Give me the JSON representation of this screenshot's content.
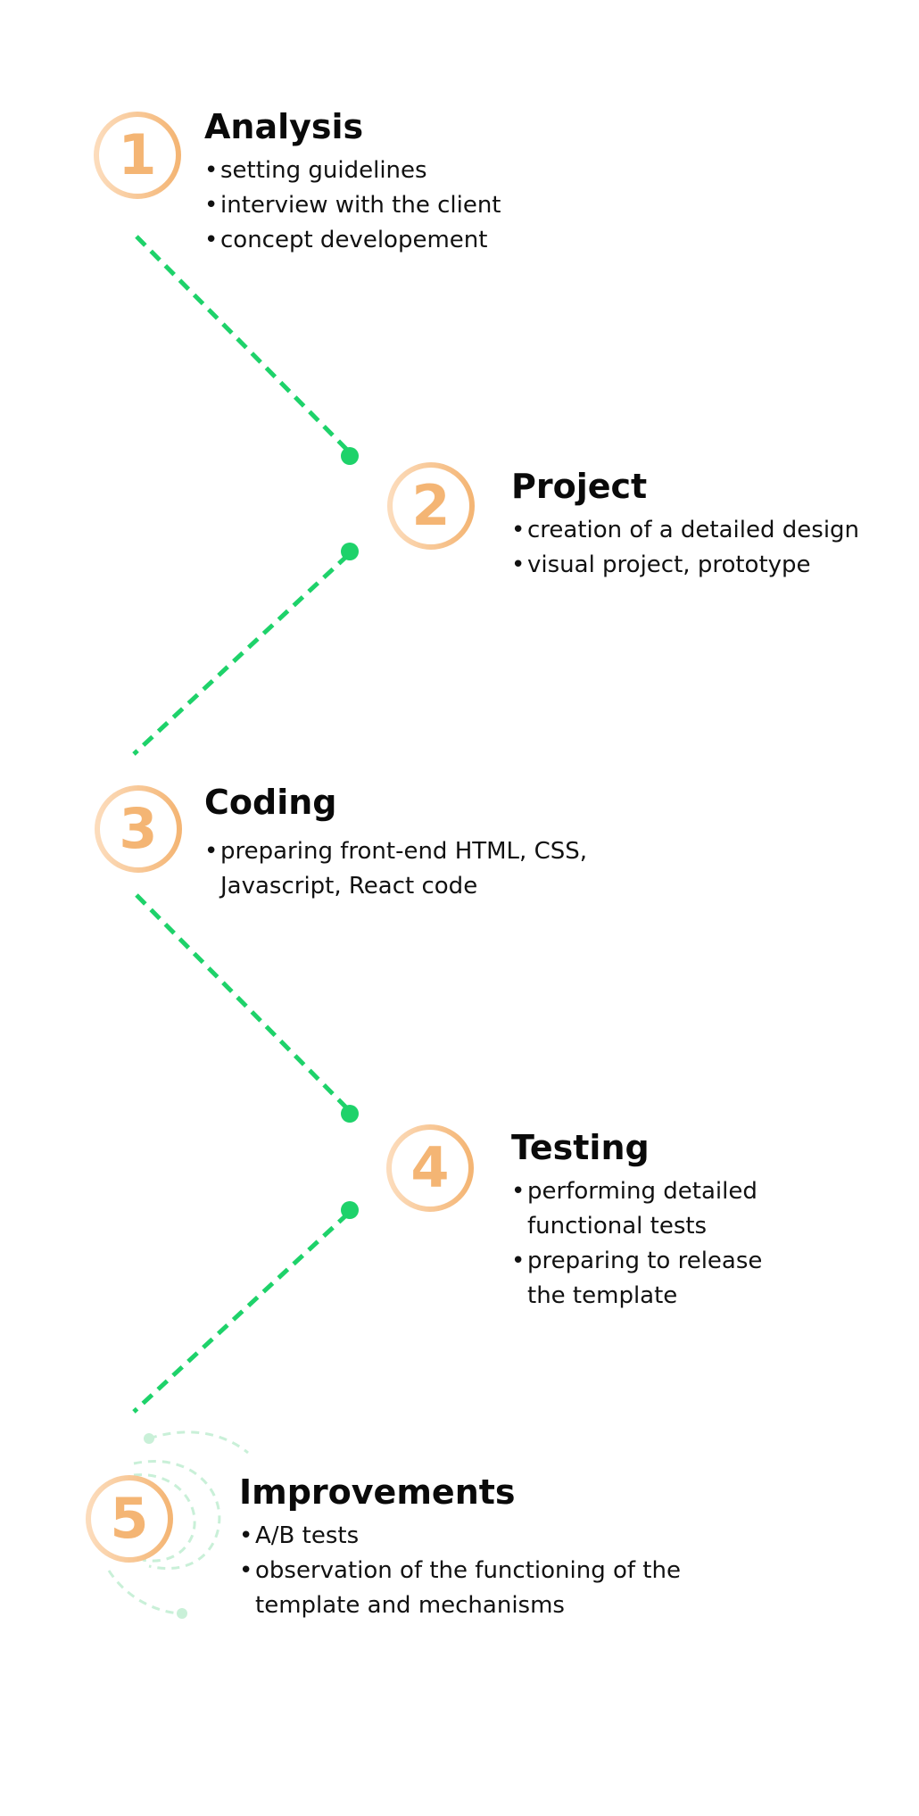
{
  "colors": {
    "accent_orange": "#f4b574",
    "accent_orange_light": "#fcdcbc",
    "connector_green": "#1ed26a",
    "decor_green_light": "#c9f0d8",
    "heading": "#0a0a0a",
    "text": "#111111"
  },
  "steps": [
    {
      "number": "1",
      "title": "Analysis",
      "items": [
        "setting guidelines",
        "interview with the client",
        "concept developement"
      ]
    },
    {
      "number": "2",
      "title": "Project",
      "items": [
        "creation of a detailed design",
        "visual project, prototype"
      ]
    },
    {
      "number": "3",
      "title": "Coding",
      "items": [
        "preparing front-end HTML, CSS, Javascript, React code"
      ]
    },
    {
      "number": "4",
      "title": "Testing",
      "items": [
        "performing detailed functional tests",
        "preparing to release the template"
      ]
    },
    {
      "number": "5",
      "title": "Improvements",
      "items": [
        "A/B tests",
        "observation of the functioning of the template and mechanisms"
      ]
    }
  ]
}
